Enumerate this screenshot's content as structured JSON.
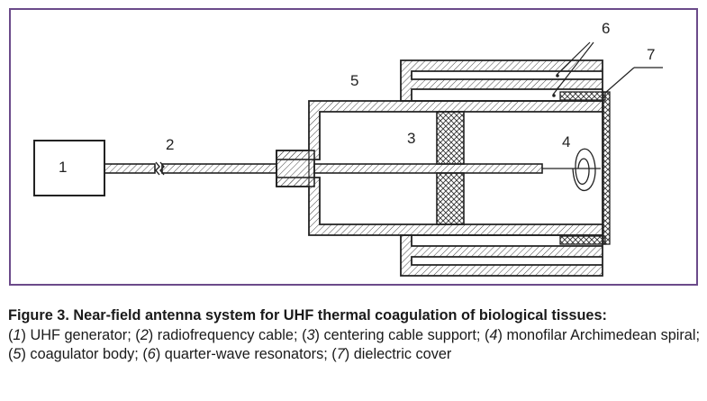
{
  "diagram": {
    "labels": {
      "generator": "1",
      "cable": "2",
      "support": "3",
      "spiral": "4",
      "body": "5",
      "resonators": "6",
      "cover": "7"
    }
  },
  "caption": {
    "title": "Figure 3. Near-field antenna system for UHF thermal coagulation of biological tissues:",
    "items": [
      {
        "num": "1",
        "text": " UHF generator; "
      },
      {
        "num": "2",
        "text": " radiofrequency cable; "
      },
      {
        "num": "3",
        "text": " centering cable support; "
      },
      {
        "num": "4",
        "text": " monofilar Archimedean spiral; "
      },
      {
        "num": "5",
        "text": " coagulator body; "
      },
      {
        "num": "6",
        "text": " quarter-wave resonators; "
      },
      {
        "num": "7",
        "text": " dielectric cover"
      }
    ]
  },
  "colors": {
    "frame": "#6b4a8a",
    "line": "#222222",
    "hatch": "#444444"
  }
}
